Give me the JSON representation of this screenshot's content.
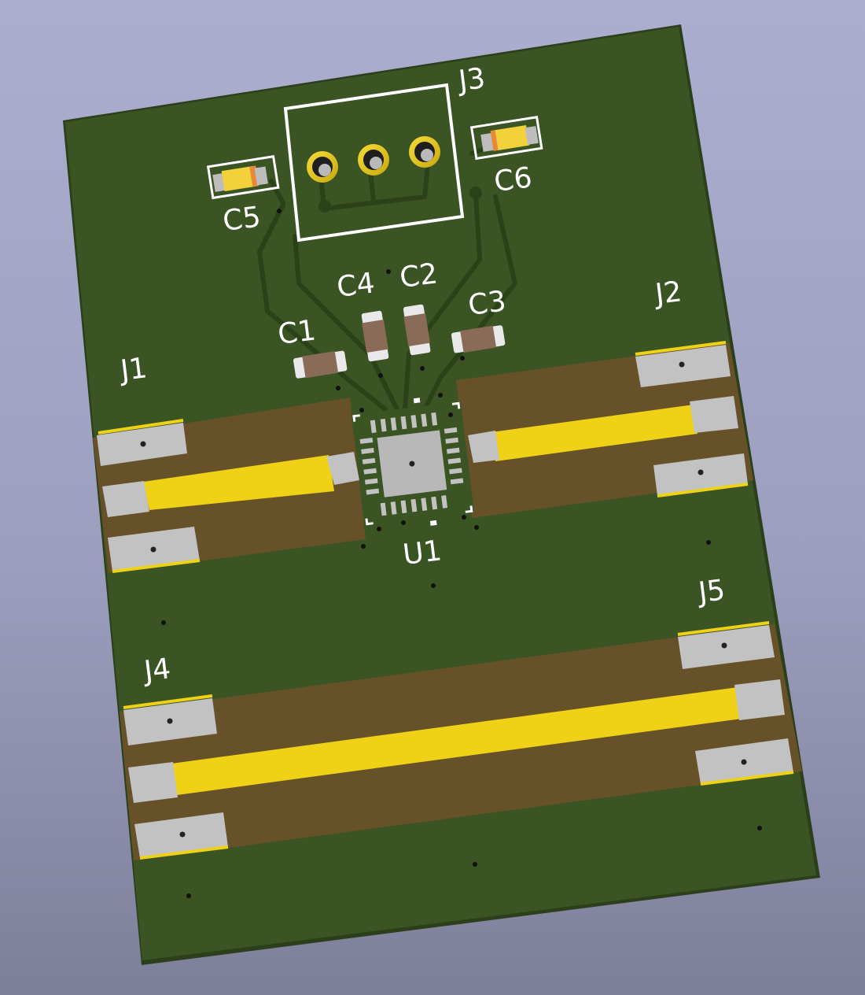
{
  "board": {
    "colors": {
      "background_top": "#acaecf",
      "background_bottom": "#7d7f9a",
      "soldermask": "#3a5424",
      "board_edge": "#2b3f1a",
      "copper_under_mask": "#665129",
      "exposed_gold": "#efd216",
      "pad_silver": "#c2c2c2",
      "silkscreen": "#ffffff",
      "capacitor_body": "#8a6b58",
      "via_hole": "#111111"
    },
    "components": [
      {
        "ref": "J1",
        "kind": "edge-connector",
        "icon": "sma-edge-connector-icon"
      },
      {
        "ref": "J2",
        "kind": "edge-connector",
        "icon": "sma-edge-connector-icon"
      },
      {
        "ref": "J3",
        "kind": "through-hole-header",
        "icon": "pin-header-icon"
      },
      {
        "ref": "J4",
        "kind": "edge-connector",
        "icon": "sma-edge-connector-icon"
      },
      {
        "ref": "J5",
        "kind": "edge-connector",
        "icon": "sma-edge-connector-icon"
      },
      {
        "ref": "U1",
        "kind": "qfn-ic",
        "icon": "qfn-chip-icon"
      },
      {
        "ref": "C1",
        "kind": "capacitor",
        "icon": "smd-capacitor-icon"
      },
      {
        "ref": "C2",
        "kind": "capacitor",
        "icon": "smd-capacitor-icon"
      },
      {
        "ref": "C3",
        "kind": "capacitor",
        "icon": "smd-capacitor-icon"
      },
      {
        "ref": "C4",
        "kind": "capacitor",
        "icon": "smd-capacitor-icon"
      },
      {
        "ref": "C5",
        "kind": "tantalum-capacitor",
        "icon": "smd-capacitor-icon"
      },
      {
        "ref": "C6",
        "kind": "tantalum-capacitor",
        "icon": "smd-capacitor-icon"
      }
    ],
    "labels": {
      "j1": "J1",
      "j2": "J2",
      "j3": "J3",
      "j4": "J4",
      "j5": "J5",
      "u1": "U1",
      "c1": "C1",
      "c2": "C2",
      "c3": "C3",
      "c4": "C4",
      "c5": "C5",
      "c6": "C6"
    }
  }
}
